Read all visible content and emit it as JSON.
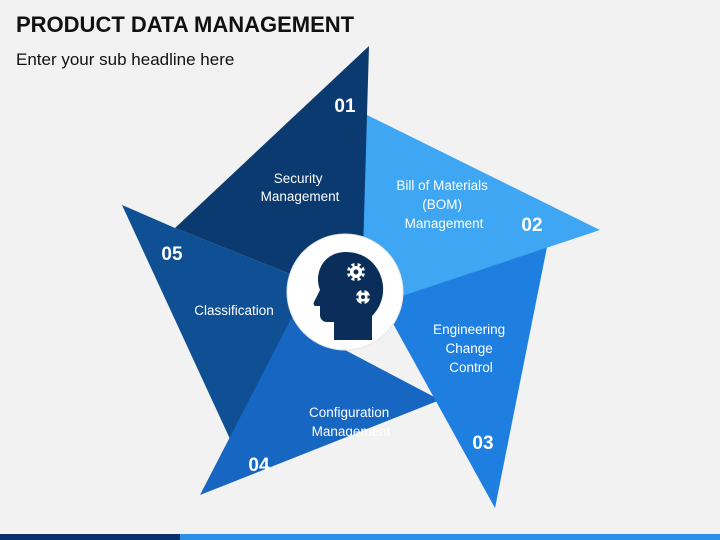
{
  "header": {
    "title": "PRODUCT DATA MANAGEMENT",
    "subtitle": "Enter your sub headline here"
  },
  "segments": [
    {
      "number": "01",
      "label_lines": [
        "Security",
        "Management"
      ],
      "color": "#0b3a70"
    },
    {
      "number": "02",
      "label_lines": [
        "Bill of Materials",
        "(BOM)",
        "Management"
      ],
      "color": "#3ea6f2"
    },
    {
      "number": "03",
      "label_lines": [
        "Engineering",
        "Change",
        "Control"
      ],
      "color": "#1e7fe0"
    },
    {
      "number": "04",
      "label_lines": [
        "Configuration",
        "Management"
      ],
      "color": "#1766c1"
    },
    {
      "number": "05",
      "label_lines": [
        "Classification"
      ],
      "color": "#0f4f93"
    }
  ],
  "center": {
    "icon": "head-gears-icon",
    "icon_color": "#0b2d5a"
  },
  "colors": {
    "footer_dark": "#082f6a",
    "footer_light": "#2a8fe6"
  }
}
